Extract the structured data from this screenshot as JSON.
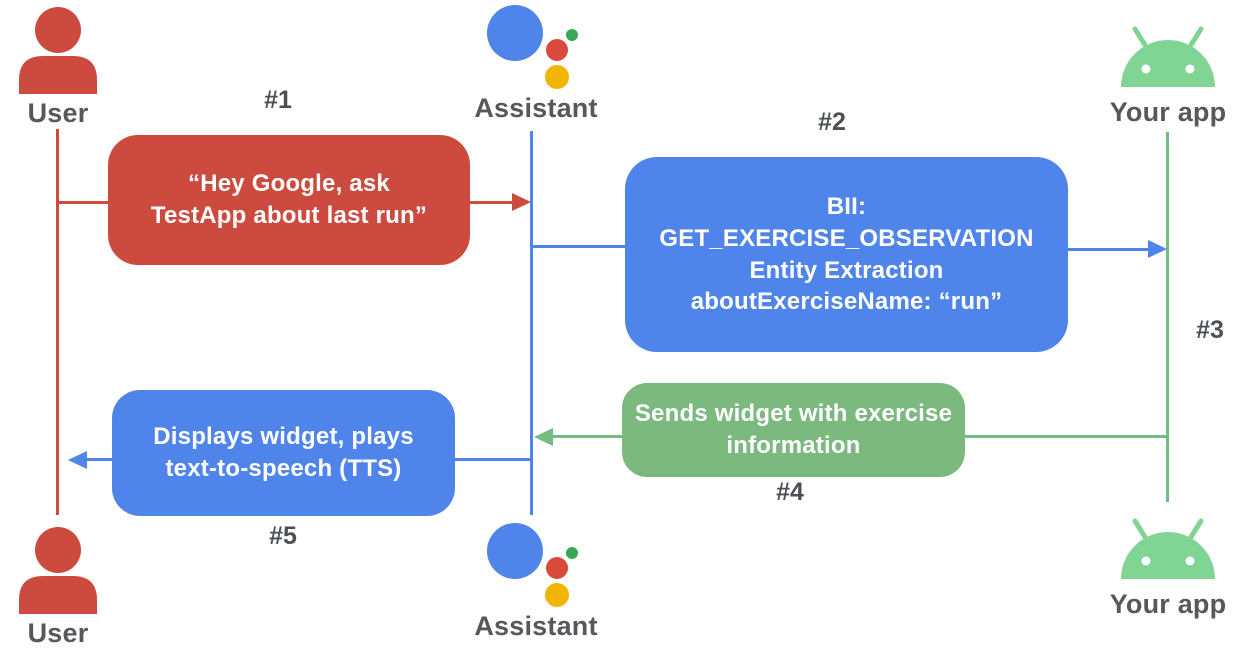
{
  "title": "Assistant app interaction sequence diagram",
  "actors": {
    "top": [
      {
        "id": "user",
        "label": "User"
      },
      {
        "id": "assistant",
        "label": "Assistant"
      },
      {
        "id": "your-app",
        "label": "Your app"
      }
    ],
    "bottom": [
      {
        "id": "user",
        "label": "User"
      },
      {
        "id": "assistant",
        "label": "Assistant"
      },
      {
        "id": "your-app",
        "label": "Your app"
      }
    ]
  },
  "messages": [
    {
      "step_label": "#1",
      "from": "user",
      "to": "assistant",
      "text": "“Hey Google, ask\nTestApp about last run”"
    },
    {
      "step_label": "#2",
      "from": "assistant",
      "to": "your-app",
      "text": "BII:\nGET_EXERCISE_OBSERVATION\nEntity Extraction\naboutExerciseName: “run”"
    },
    {
      "step_label": "#3",
      "from": "your-app",
      "to": "your-app",
      "text": ""
    },
    {
      "step_label": "#4",
      "from": "your-app",
      "to": "assistant",
      "text": "Sends widget with exercise\ninformation"
    },
    {
      "step_label": "#5",
      "from": "assistant",
      "to": "user",
      "text": "Displays widget, plays\ntext-to-speech (TTS)"
    }
  ],
  "icons": {
    "user": "person-icon",
    "assistant": "google-assistant-icon",
    "your_app": "android-robot-icon"
  },
  "colors": {
    "message_red": "#cd4b3e",
    "message_blue": "#4f85ea",
    "message_green": "#7cb97f",
    "line_green": "#72bb82",
    "android_green": "#80d494",
    "assistant_blue": "#4f85ea",
    "assistant_red": "#d84b3c",
    "assistant_yellow": "#f1b501",
    "assistant_green": "#3aa757",
    "person_red": "#cd4b3e",
    "label_gray": "#55585c",
    "step_gray": "#4c4f54",
    "text_white": "#ffffff",
    "background": "#ffffff"
  }
}
